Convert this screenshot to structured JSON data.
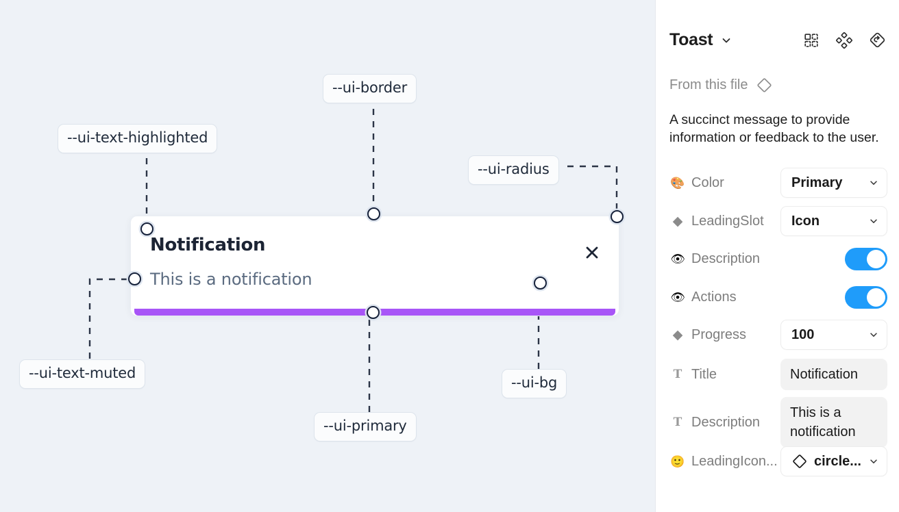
{
  "canvas": {
    "toast": {
      "title": "Notification",
      "description": "This is a notification",
      "close_icon": "close-icon",
      "progress_color": "#a855f7",
      "background": "#ffffff"
    },
    "tokens": [
      {
        "id": "ui-text-highlighted",
        "label": "--ui-text-highlighted"
      },
      {
        "id": "ui-border",
        "label": "--ui-border"
      },
      {
        "id": "ui-radius",
        "label": "--ui-radius"
      },
      {
        "id": "ui-text-muted",
        "label": "--ui-text-muted"
      },
      {
        "id": "ui-primary",
        "label": "--ui-primary"
      },
      {
        "id": "ui-bg",
        "label": "--ui-bg"
      }
    ],
    "background": "#eef2f7"
  },
  "panel": {
    "title": "Toast",
    "title_caret_icon": "chevron-down-icon",
    "header_icons": [
      {
        "name": "component-instance-icon"
      },
      {
        "name": "component-set-icon"
      },
      {
        "name": "reset-instance-icon"
      }
    ],
    "from_file_label": "From this file",
    "from_file_icon": "component-diamond-icon",
    "description": "A succinct message to provide information or feedback to the user.",
    "properties": [
      {
        "icon": "palette-emoji",
        "icon_glyph": "🎨",
        "label": "Color",
        "control": "select",
        "value": "Primary"
      },
      {
        "icon": "diamond-icon",
        "icon_glyph": "◆",
        "label": "LeadingSlot",
        "control": "select",
        "value": "Icon"
      },
      {
        "icon": "eye-emoji",
        "icon_glyph": "👁",
        "label": "Description",
        "control": "toggle",
        "value": "on"
      },
      {
        "icon": "eye-emoji",
        "icon_glyph": "👁",
        "label": "Actions",
        "control": "toggle",
        "value": "on"
      },
      {
        "icon": "diamond-icon",
        "icon_glyph": "◆",
        "label": "Progress",
        "control": "select",
        "value": "100"
      },
      {
        "icon": "text-type-icon",
        "icon_glyph": "T",
        "label": "Title",
        "control": "text",
        "value": "Notification"
      },
      {
        "icon": "text-type-icon",
        "icon_glyph": "T",
        "label": "Description",
        "control": "text",
        "value": "This is a notification"
      },
      {
        "icon": "smiley-emoji",
        "icon_glyph": "🙂",
        "label": "LeadingIcon...",
        "control": "select-with-icon",
        "leading_icon": "component-diamond-icon",
        "value": "circle..."
      }
    ],
    "colors": {
      "toggle_on": "#1f9cfa",
      "field_fill": "#f2f2f2",
      "label": "#7d7d7d"
    }
  }
}
